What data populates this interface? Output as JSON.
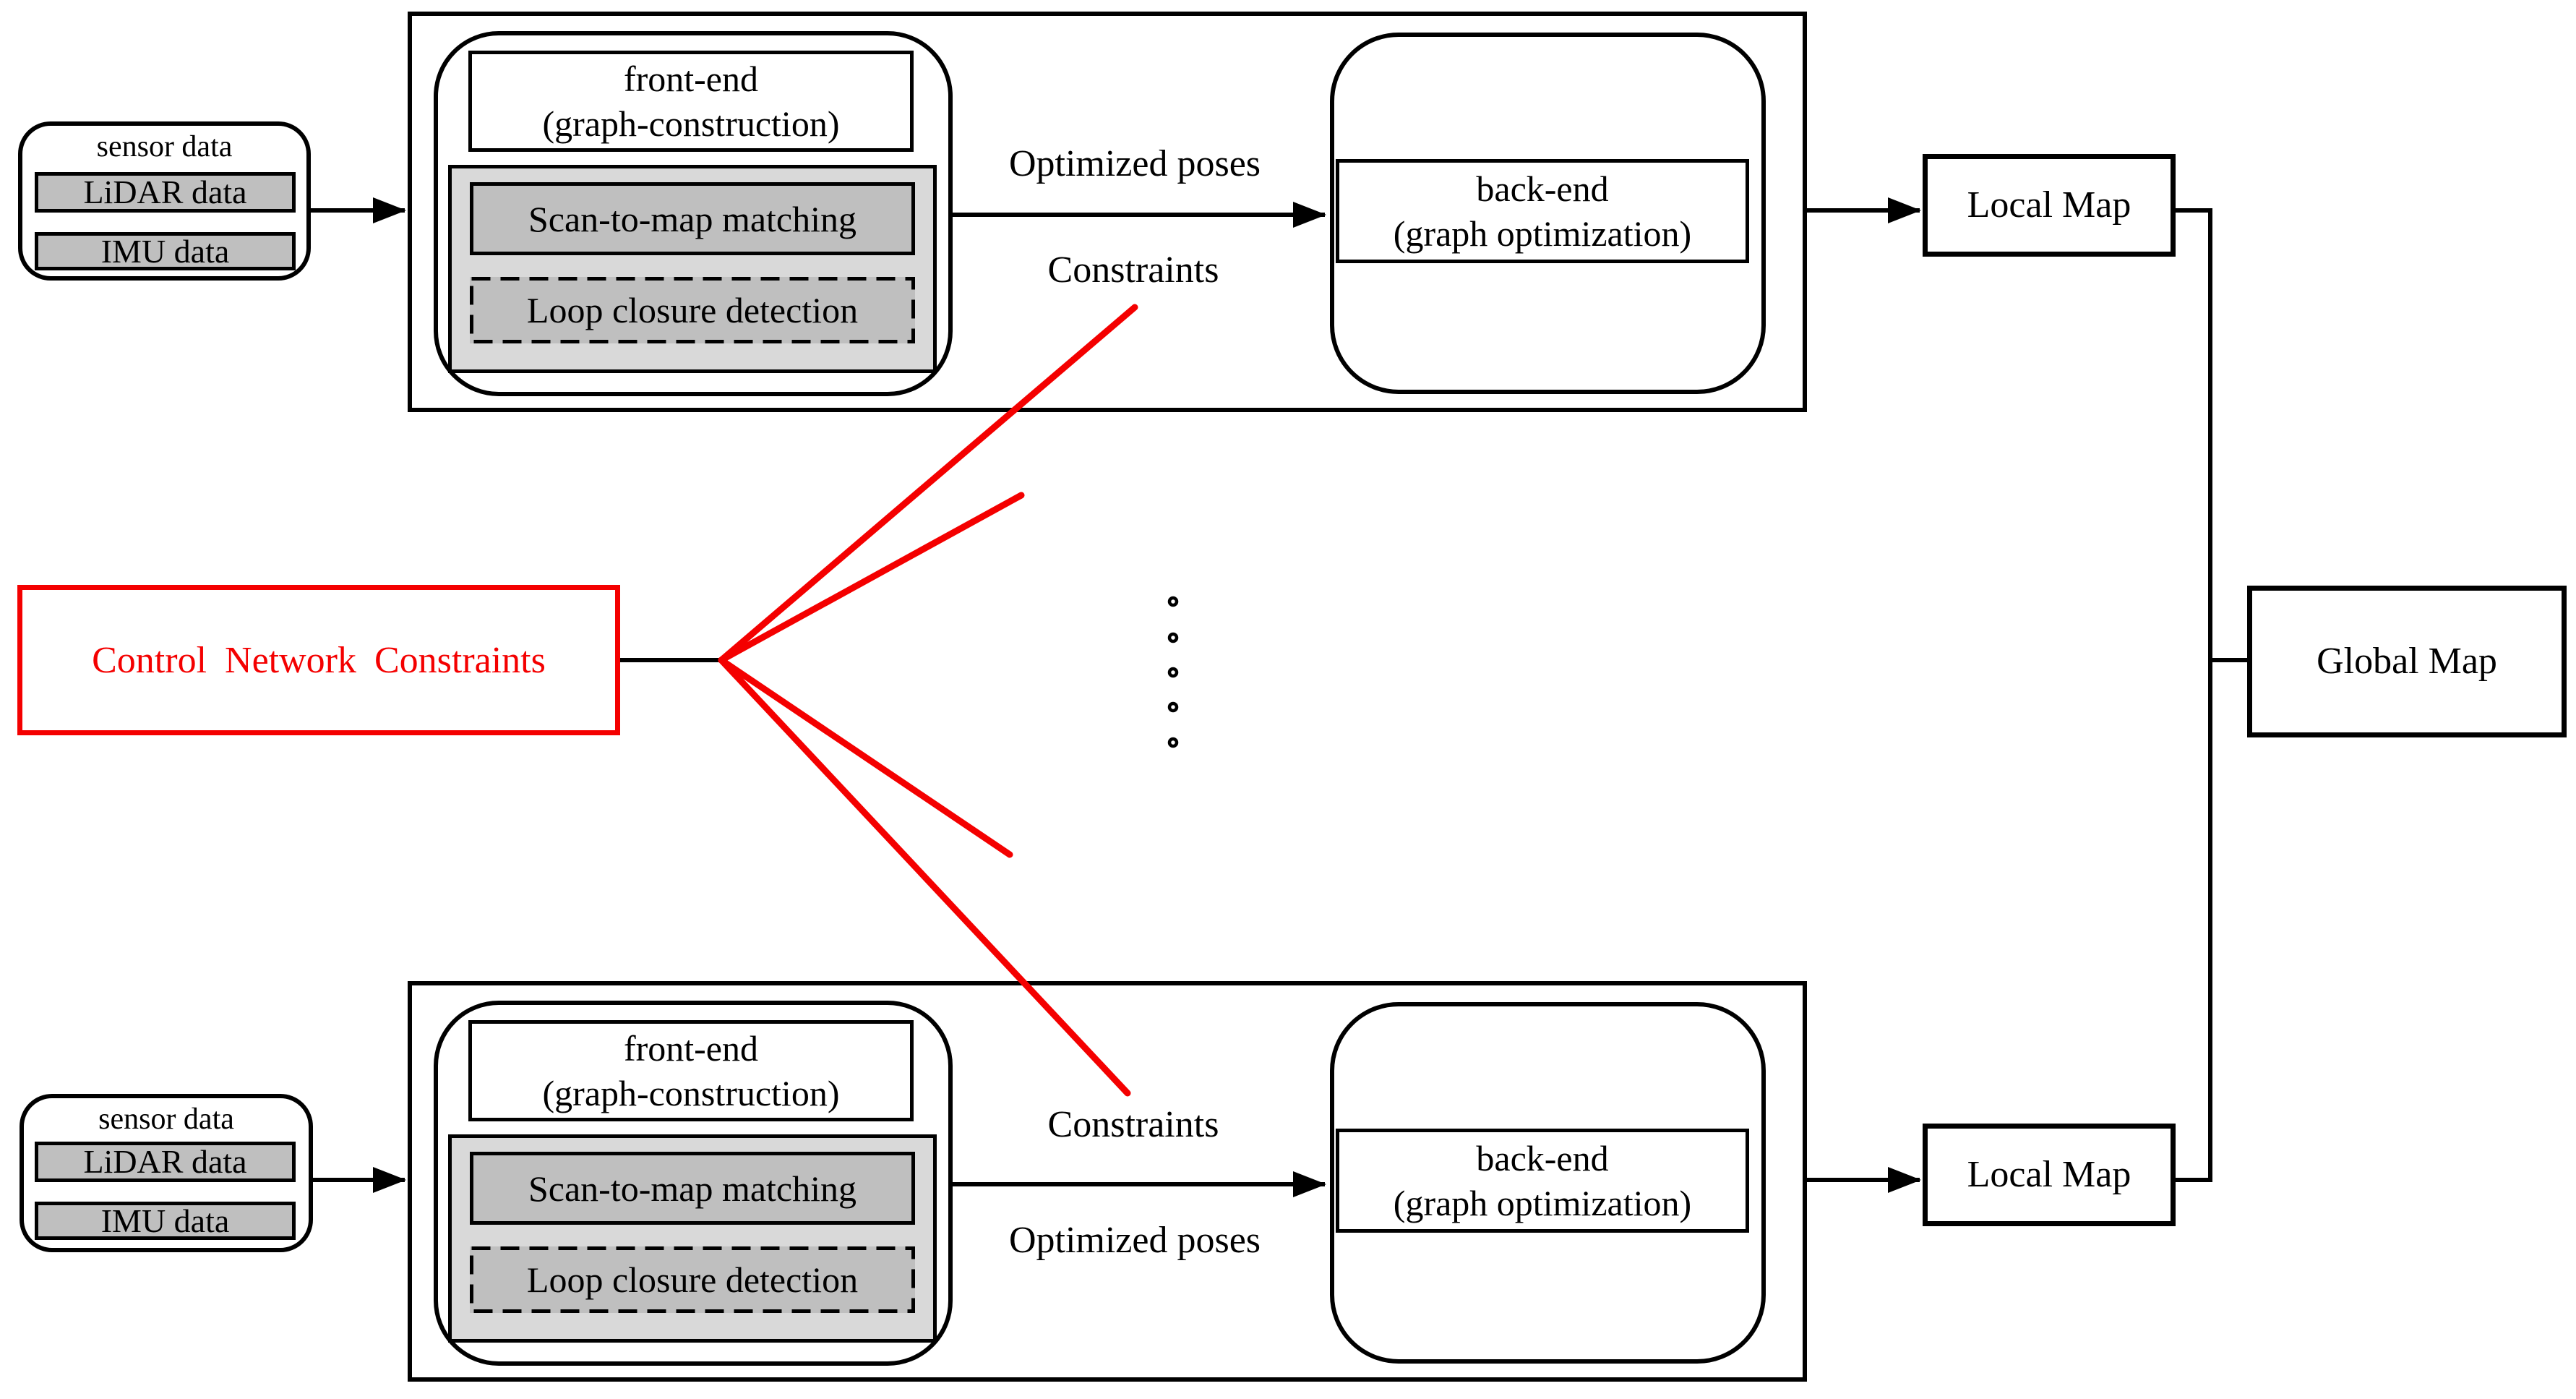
{
  "diagram": {
    "control_network": {
      "label": "Control Network Constraints"
    },
    "global_map": {
      "label": "Global Map"
    },
    "pipelines": [
      {
        "sensor": {
          "title": "sensor data",
          "lidar": "LiDAR data",
          "imu": "IMU data"
        },
        "front_end": {
          "title_line1": "front-end",
          "title_line2": "(graph-construction)",
          "module1": "Scan-to-map matching",
          "module2": "Loop closure detection"
        },
        "arrow_labels": {
          "above": "Optimized poses",
          "below": "Constraints"
        },
        "back_end": {
          "line1": "back-end",
          "line2": "(graph optimization)"
        },
        "local_map": {
          "label": "Local Map"
        }
      },
      {
        "sensor": {
          "title": "sensor data",
          "lidar": "LiDAR data",
          "imu": "IMU data"
        },
        "front_end": {
          "title_line1": "front-end",
          "title_line2": "(graph-construction)",
          "module1": "Scan-to-map matching",
          "module2": "Loop closure detection"
        },
        "arrow_labels": {
          "above": "Constraints",
          "below": "Optimized poses"
        },
        "back_end": {
          "line1": "back-end",
          "line2": "(graph optimization)"
        },
        "local_map": {
          "label": "Local Map"
        }
      }
    ],
    "colors": {
      "accent_red": "#f40000",
      "module_fill": "#bfbfbf",
      "panel_fill": "#d9d9d9",
      "line_black": "#000000"
    }
  }
}
